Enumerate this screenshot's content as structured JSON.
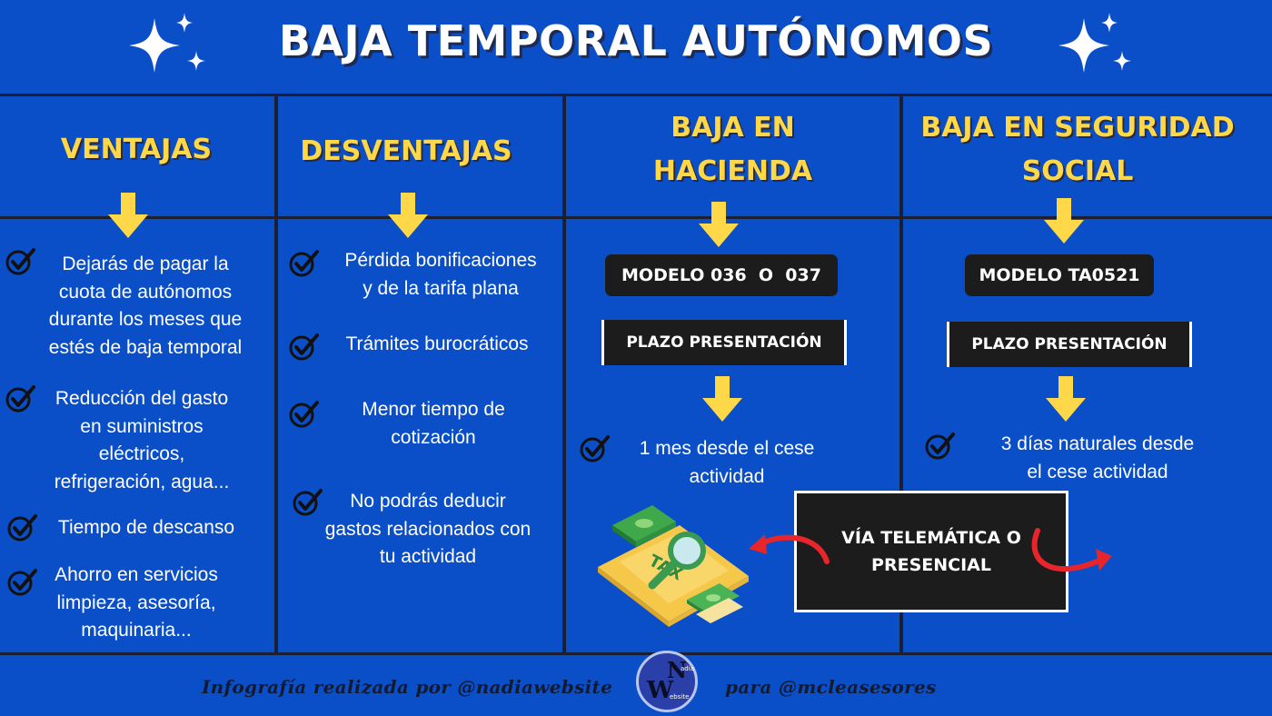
{
  "title": "BAJA TEMPORAL AUTÓNOMOS",
  "columns": {
    "ventajas": {
      "header": "VENTAJAS",
      "items": [
        {
          "lines": [
            "Dejarás de pagar la",
            "cuota de autónomos",
            "durante los meses que",
            "estés de baja temporal"
          ]
        },
        {
          "lines": [
            "Reducción del gasto",
            "en suministros",
            "eléctricos,",
            "refrigeración, agua..."
          ]
        },
        {
          "lines": [
            "Tiempo de descanso"
          ]
        },
        {
          "lines": [
            "Ahorro en servicios",
            "limpieza, asesoría,",
            "maquinaria..."
          ]
        }
      ]
    },
    "desventajas": {
      "header": "DESVENTAJAS",
      "items": [
        {
          "lines": [
            "Pérdida bonificaciones",
            "y de la tarifa plana"
          ]
        },
        {
          "lines": [
            "Trámites burocráticos"
          ]
        },
        {
          "lines": [
            "Menor tiempo de",
            "cotización"
          ]
        },
        {
          "lines": [
            "No podrás deducir",
            "gastos relacionados con",
            "tu actividad"
          ]
        }
      ]
    },
    "hacienda": {
      "header_line1": "BAJA EN",
      "header_line2": "HACIENDA",
      "modelo": "MODELO 036  O  037",
      "plazo_label": "PLAZO PRESENTACIÓN",
      "plazo_lines": [
        "1 mes desde el cese",
        "actividad"
      ]
    },
    "seguridad_social": {
      "header_line1": "BAJA EN SEGURIDAD",
      "header_line2": "SOCIAL",
      "modelo": "MODELO TA0521",
      "plazo_label": "PLAZO PRESENTACIÓN",
      "plazo_lines": [
        "3 días naturales desde",
        "el cese actividad"
      ]
    }
  },
  "via": {
    "line1": "VÍA TELEMÁTICA O",
    "line2": "PRESENCIAL"
  },
  "tax_label": "TAX",
  "logo": {
    "letter_w": "W",
    "letter_n": "N",
    "small1": "adia",
    "small2": "ebsite"
  },
  "footer": {
    "left": "Infografía realizada por @nadiawebsite",
    "right": "para @mcleasesores"
  },
  "colors": {
    "background": "#0a4fc8",
    "header_yellow": "#ffd84a",
    "arrow_yellow": "#ffd84a",
    "box_black": "#1c1c1c",
    "curved_arrow_red": "#e8252b",
    "grid_line": "#1b1f33"
  },
  "icons": [
    "sparkle-icon",
    "down-arrow-icon",
    "check-circle-icon",
    "curved-arrow-icon",
    "tax-documents-icon",
    "magnifier-icon",
    "money-icon"
  ]
}
